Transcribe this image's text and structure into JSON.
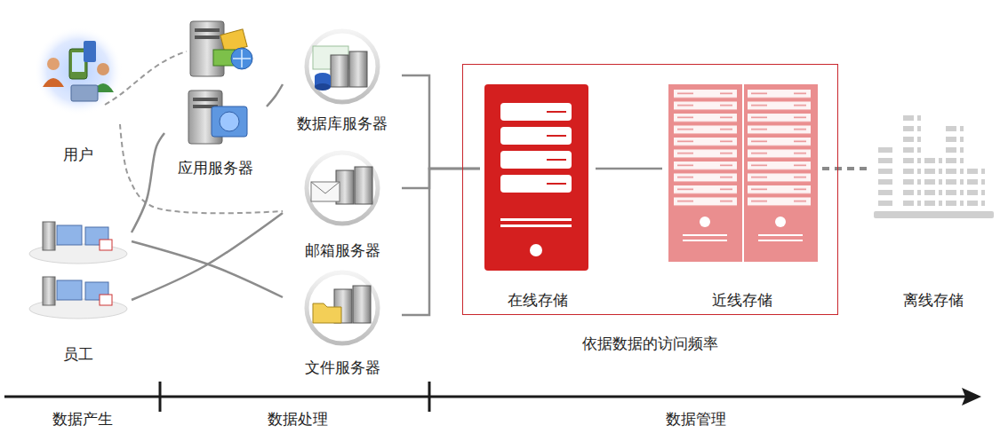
{
  "diagram": {
    "nodes": [
      {
        "text": [
          "用户"
        ]
      },
      {
        "text": [
          "应用服务器"
        ]
      },
      {
        "text": [
          "数据库服务器"
        ]
      },
      {
        "text": [
          "邮箱服务器"
        ]
      },
      {
        "text": [
          "文件服务器"
        ]
      },
      {
        "text": [
          "员工"
        ]
      },
      {
        "text": [
          "依据数据的访问频率"
        ]
      },
      {
        "text": [
          "在线存储"
        ],
        "in": 6
      },
      {
        "text": [
          "近线存储"
        ],
        "in": 6
      },
      {
        "text": [
          "离线存储"
        ]
      }
    ],
    "edges": [
      {
        "from": 0,
        "to": 3,
        "arrow": "none"
      },
      {
        "from": 5,
        "to": 1,
        "arrow": "none"
      },
      {
        "from": 5,
        "to": 3,
        "arrow": "none"
      },
      {
        "from": 5,
        "to": 4,
        "arrow": "none"
      },
      {
        "from": 1,
        "to": 2,
        "arrow": "none"
      },
      {
        "from": 2,
        "to": 7,
        "arrow": "none"
      },
      {
        "from": 3,
        "to": 7,
        "arrow": "none"
      },
      {
        "from": 4,
        "to": 7,
        "arrow": "none"
      },
      {
        "from": 7,
        "to": 8,
        "arrow": "none"
      },
      {
        "from": 8,
        "to": 9,
        "arrow": "none"
      }
    ],
    "labels": [
      "数据产生",
      "数据处理",
      "数据管理"
    ]
  }
}
